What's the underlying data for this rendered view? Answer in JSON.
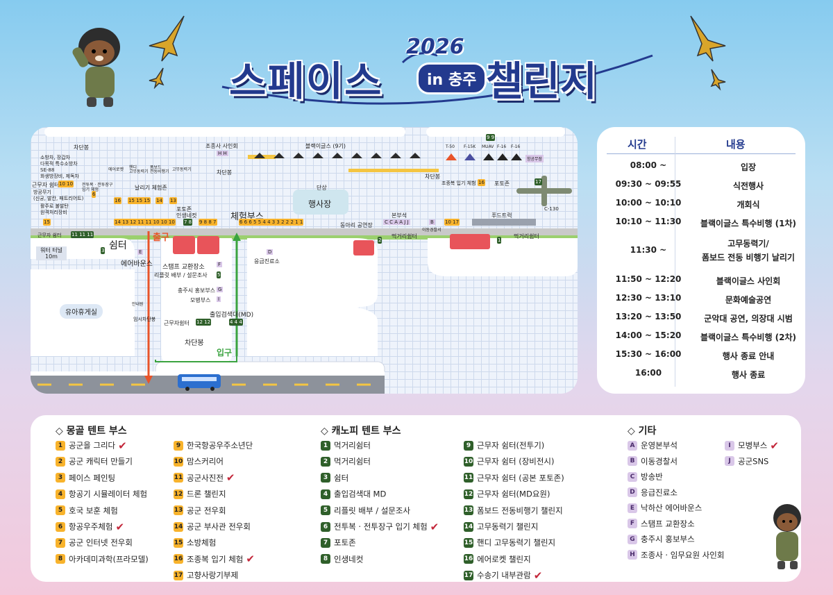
{
  "header": {
    "year": "2026",
    "title_left": "스페이스",
    "title_in": "in 충주",
    "title_right": "챌린지"
  },
  "map": {
    "labels": {
      "blocking_top_left": "차단봉",
      "fire_vehicles": "소방차, 장갑차\n다목적 특수소방차\nSE-88\n화생방장비, 제독차",
      "rest_1010": "근무자 쉼터",
      "rest_1010_num": "10 10",
      "air_defense": "방공무기\n(신궁, 발칸, 패트리어트)",
      "rescue": "활주로 불발탄\n원격처리장비",
      "rescue_num": "15",
      "num6": "6",
      "suit_exp": "전투복 · 전투장구\n입기 체험",
      "mongol_rest": "날리기 체험존",
      "booth_labels": [
        "에어로켓",
        "핸디\n고무동력기",
        "폼보드\n전동비행기",
        "고무동력기"
      ],
      "num16": "16",
      "num15a": "15 15 15",
      "num14": "14",
      "num13": "13",
      "autograph": "조종사 사인회",
      "autograph_tag": "H H",
      "blocking_mid": "차단봉",
      "black_eagles": "블랙이글스 (9기)",
      "stage": "단상",
      "event_hall": "행사장",
      "photo_zone_net": "포토존\n인생네컷",
      "photo_nums": "7 8",
      "exp_booth": "체험부스",
      "booth_row": "14 13 12 11 11 10 10 10",
      "booth_row2": "9 8 8 7",
      "booth_row3": "6 6 6 5 5 4 4 3 3 2 2 2 1 1",
      "hq_booth": "본부석",
      "hq_tags": "C C A A J J",
      "police": "이동경찰서",
      "police_tag": "B",
      "club_stage": "동아리 공연장",
      "nums_1017": "10 17",
      "food_truck": "푸드트럭",
      "t50": "T-50",
      "f15k": "F-15K",
      "muav": "MUAV",
      "f16a": "F-16",
      "f16b": "F-16",
      "bombs": "항공무장",
      "nums_99": "9 9",
      "blocking_right": "차단봉",
      "pilot_suit": "조종복 입기 체험",
      "pilot_suit_num": "16",
      "photo_zone": "포토존",
      "c130": "C-130",
      "c130_num": "17",
      "rest_11": "근무자 쉼터",
      "rest_11_nums": "11 11 11",
      "water": "워터 터널\n10m",
      "shelter": "쉼터",
      "shelter_num": "3",
      "air_bounce": "에어바운스",
      "air_bounce_tag": "E",
      "exit_label": "출구",
      "stamp": "스탬프 교환장소",
      "stamp_tag": "F",
      "reflet": "리플릿 배부 / 설문조사",
      "reflet_num": "5",
      "chungju": "충주시 홍보부스",
      "chungju_tag": "G",
      "recruit": "모병부스",
      "recruit_tag": "I",
      "medical": "응급진료소",
      "medical_tag": "D",
      "food1": "먹거리쉼터",
      "food1_num": "2",
      "food2": "먹거리쉼터",
      "food2_num": "1",
      "baby": "유아휴게실",
      "info": "안내원",
      "temp_block": "임시차단봉",
      "rest_12": "근무자쉼터",
      "rest_12_nums": "12 12",
      "gate_md": "출입검색대(MD)",
      "gate_nums": "4 4 4",
      "blocking_bottom": "차단봉",
      "entrance": "입구"
    }
  },
  "schedule": {
    "header_time": "시간",
    "header_content": "내용",
    "rows": [
      {
        "time": "08:00 ~",
        "content": "입장"
      },
      {
        "time": "09:30 ~ 09:55",
        "content": "식전행사"
      },
      {
        "time": "10:00 ~ 10:10",
        "content": "개회식"
      },
      {
        "time": "10:10 ~ 11:30",
        "content": "블랙이글스 특수비행 (1차)"
      },
      {
        "time": "11:30 ~",
        "content": "고무동력기/\n폼보드 전동 비행기 날리기"
      },
      {
        "time": "11:50 ~ 12:20",
        "content": "블랙이글스 사인회"
      },
      {
        "time": "12:30 ~ 13:10",
        "content": "문화예술공연"
      },
      {
        "time": "13:20 ~ 13:50",
        "content": "군악대 공연, 의장대 시범"
      },
      {
        "time": "14:00 ~ 15:20",
        "content": "블랙이글스 특수비행 (2차)"
      },
      {
        "time": "15:30 ~ 16:00",
        "content": "행사 종료 안내"
      },
      {
        "time": "16:00",
        "content": "행사 종료"
      }
    ]
  },
  "legend": {
    "mongol_title": "◇ 몽골 텐트 부스",
    "canopy_title": "◇ 캐노피 텐트 부스",
    "etc_title": "◇ 기타",
    "mongol_a": [
      {
        "n": "1",
        "t": "공군을 그리다",
        "check": true
      },
      {
        "n": "2",
        "t": "공군 캐릭터 만들기",
        "check": false
      },
      {
        "n": "3",
        "t": "페이스 페인팅",
        "check": false
      },
      {
        "n": "4",
        "t": "항공기 시뮬레이터 체험",
        "check": false
      },
      {
        "n": "5",
        "t": "호국 보훈 체험",
        "check": false
      },
      {
        "n": "6",
        "t": "항공우주체험",
        "check": true
      },
      {
        "n": "7",
        "t": "공군 인터넷 전우회",
        "check": false
      },
      {
        "n": "8",
        "t": "아카데미과학(프라모델)",
        "check": false
      }
    ],
    "mongol_b": [
      {
        "n": "9",
        "t": "한국항공우주소년단",
        "check": false
      },
      {
        "n": "10",
        "t": "맘스커리어",
        "check": false
      },
      {
        "n": "11",
        "t": "공군사진전",
        "check": true
      },
      {
        "n": "12",
        "t": "드론 챌린지",
        "check": false
      },
      {
        "n": "13",
        "t": "공군 전우회",
        "check": false
      },
      {
        "n": "14",
        "t": "공군 부사관 전우회",
        "check": false
      },
      {
        "n": "15",
        "t": "소방체험",
        "check": false
      },
      {
        "n": "16",
        "t": "조종복 입기 체험",
        "check": true
      },
      {
        "n": "17",
        "t": "고향사랑기부제",
        "check": false
      }
    ],
    "canopy_a": [
      {
        "n": "1",
        "t": "먹거리쉼터",
        "check": false
      },
      {
        "n": "2",
        "t": "먹거리쉼터",
        "check": false
      },
      {
        "n": "3",
        "t": "쉼터",
        "check": false
      },
      {
        "n": "4",
        "t": "출입검색대 MD",
        "check": false
      },
      {
        "n": "5",
        "t": "리플릿 배부 / 설문조사",
        "check": false
      },
      {
        "n": "6",
        "t": "전투복 · 전투장구 입기 체험",
        "check": true
      },
      {
        "n": "7",
        "t": "포토존",
        "check": false
      },
      {
        "n": "8",
        "t": "인생네컷",
        "check": false
      }
    ],
    "canopy_b": [
      {
        "n": "9",
        "t": "근무자 쉼터(전투기)",
        "check": false
      },
      {
        "n": "10",
        "t": "근무자 쉼터 (장비전시)",
        "check": false
      },
      {
        "n": "11",
        "t": "근무자 쉼터 (공본 포토존)",
        "check": false
      },
      {
        "n": "12",
        "t": "근무자 쉼터(MD요원)",
        "check": false
      },
      {
        "n": "13",
        "t": "폼보드 전동비행기 챌린지",
        "check": false
      },
      {
        "n": "14",
        "t": "고무동력기 챌린지",
        "check": false
      },
      {
        "n": "15",
        "t": "핸디 고무동력기 챌린지",
        "check": false
      },
      {
        "n": "16",
        "t": "에어로켓 챌린지",
        "check": false
      },
      {
        "n": "17",
        "t": "수송기 내부관람",
        "check": true
      }
    ],
    "etc_a": [
      {
        "n": "A",
        "t": "운영본부석",
        "check": false
      },
      {
        "n": "B",
        "t": "이동경찰서",
        "check": false
      },
      {
        "n": "C",
        "t": "방송반",
        "check": false
      },
      {
        "n": "D",
        "t": "응급진료소",
        "check": false
      },
      {
        "n": "E",
        "t": "낙하산 에어바운스",
        "check": false
      },
      {
        "n": "F",
        "t": "스탬프 교환장소",
        "check": false
      },
      {
        "n": "G",
        "t": "충주시 홍보부스",
        "check": false
      },
      {
        "n": "H",
        "t": "조종사 · 임무요원 사인회",
        "check": false
      }
    ],
    "etc_b": [
      {
        "n": "I",
        "t": "모병부스",
        "check": true
      },
      {
        "n": "J",
        "t": "공군SNS",
        "check": false
      }
    ]
  },
  "colors": {
    "navy": "#233a8e",
    "orange_badge": "#f8b32c",
    "green_badge": "#2f5f2a",
    "purple_badge": "#d9c7e8",
    "exit_arrow": "#e8542a",
    "entrance_arrow": "#3aa33f"
  }
}
